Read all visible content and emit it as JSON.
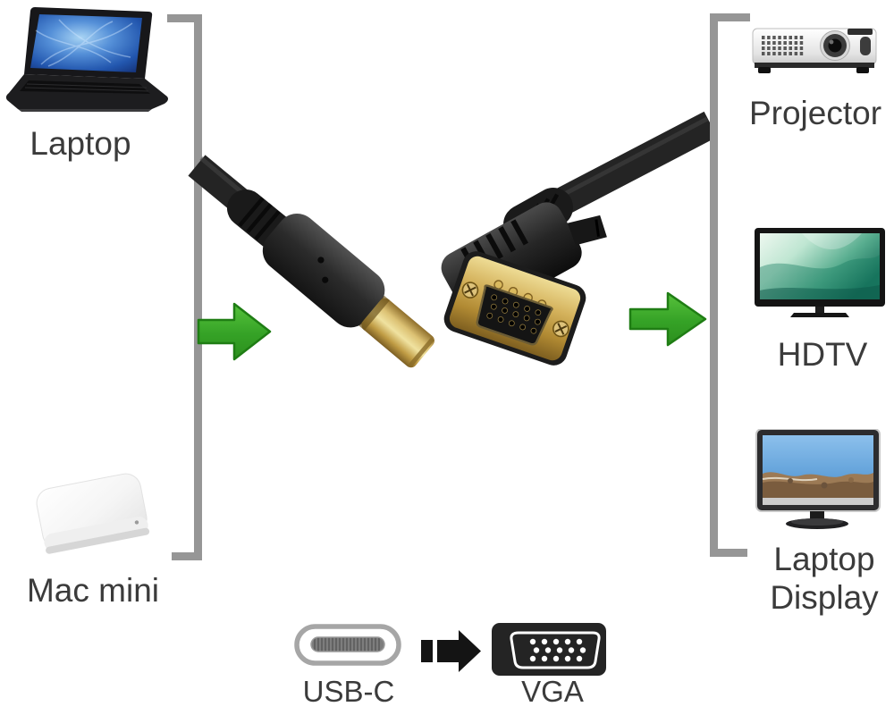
{
  "diagram": {
    "description": "USB-C to VGA cable connectivity diagram",
    "sources": {
      "items": [
        {
          "label": "Laptop",
          "icon": "laptop-image"
        },
        {
          "label": "Mac mini",
          "icon": "mac-mini-image"
        }
      ]
    },
    "targets": {
      "items": [
        {
          "label": "Projector",
          "icon": "projector-image"
        },
        {
          "label": "HDTV",
          "icon": "hdtv-image"
        },
        {
          "label": "Laptop Display",
          "icon": "monitor-image"
        }
      ]
    },
    "cable": {
      "icon": "usb-c-to-vga-cable-image"
    },
    "legend": {
      "from_label": "USB-C",
      "to_label": "VGA",
      "from_icon": "usb-c-port-icon",
      "to_icon": "vga-port-icon",
      "arrow_icon": "black-arrow-right-icon"
    },
    "colors": {
      "arrow_green": "#3aa32a",
      "bracket_gray": "#969696",
      "text": "#3b3b3b",
      "gold": "#cfa94e",
      "cable_black": "#232323"
    }
  }
}
